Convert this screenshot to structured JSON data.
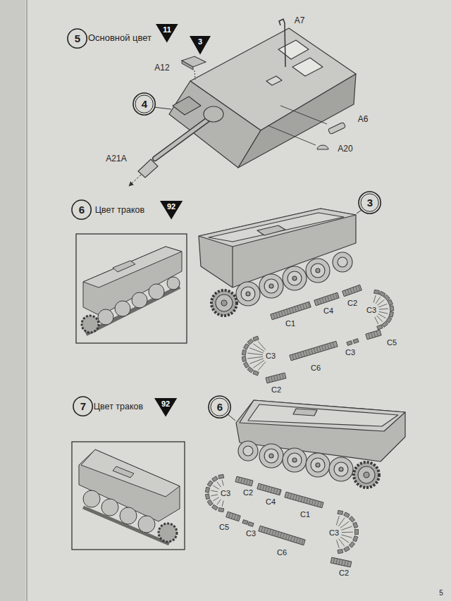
{
  "diagram": {
    "nodes": [
      {
        "text": [
          "5"
        ]
      },
      {
        "text": [
          "11"
        ]
      },
      {
        "text": [
          "3"
        ]
      },
      {
        "text": [
          "4"
        ]
      },
      {
        "text": [
          "6"
        ]
      },
      {
        "text": [
          "92"
        ]
      },
      {
        "text": [
          "3"
        ]
      },
      {
        "text": [
          "7"
        ]
      },
      {
        "text": [
          "92"
        ]
      },
      {
        "text": [
          "6"
        ]
      }
    ],
    "labels": [
      "Основной цвет",
      "A7",
      "A12",
      "A6",
      "A20",
      "A21A",
      "Цвет траков",
      "C2",
      "C4",
      "C1",
      "C3",
      "C5",
      "C3",
      "C3",
      "C6",
      "C2",
      "Цвет траков",
      "C3",
      "C2",
      "C4",
      "C1",
      "C5",
      "C3",
      "C6",
      "C3",
      "C2",
      "5"
    ]
  }
}
